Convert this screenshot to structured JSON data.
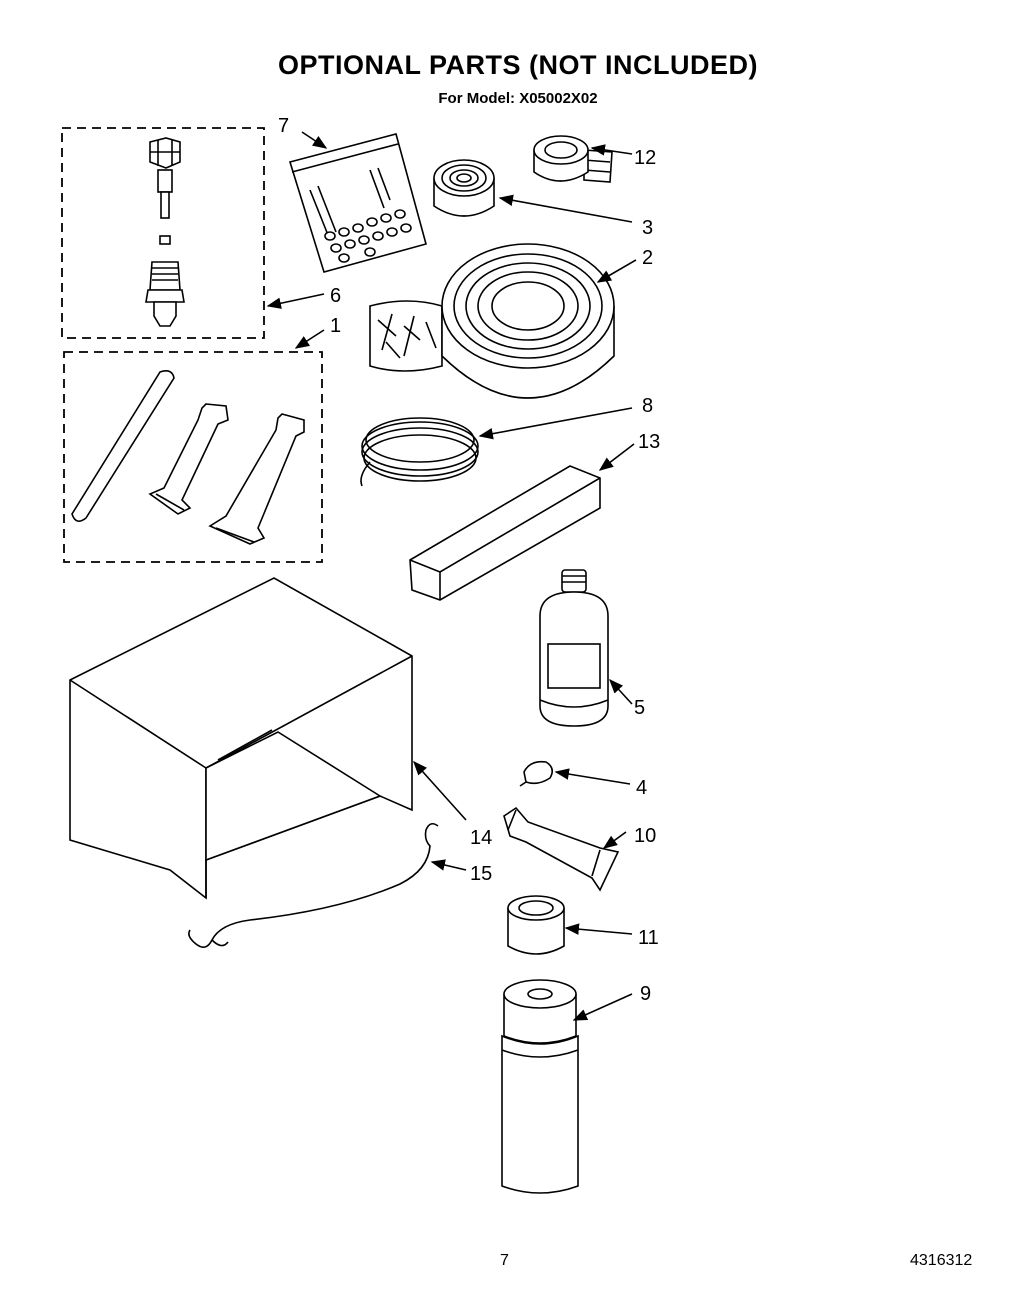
{
  "header": {
    "title": "OPTIONAL PARTS (NOT INCLUDED)",
    "model_line": "For Model: X05002X02"
  },
  "callouts": {
    "c1": "1",
    "c2": "2",
    "c3": "3",
    "c4": "4",
    "c5": "5",
    "c6": "6",
    "c7": "7",
    "c8": "8",
    "c9": "9",
    "c10": "10",
    "c11": "11",
    "c12": "12",
    "c13": "13",
    "c14": "14",
    "c15": "15"
  },
  "footer": {
    "page_number": "7",
    "doc_number": "4316312"
  }
}
